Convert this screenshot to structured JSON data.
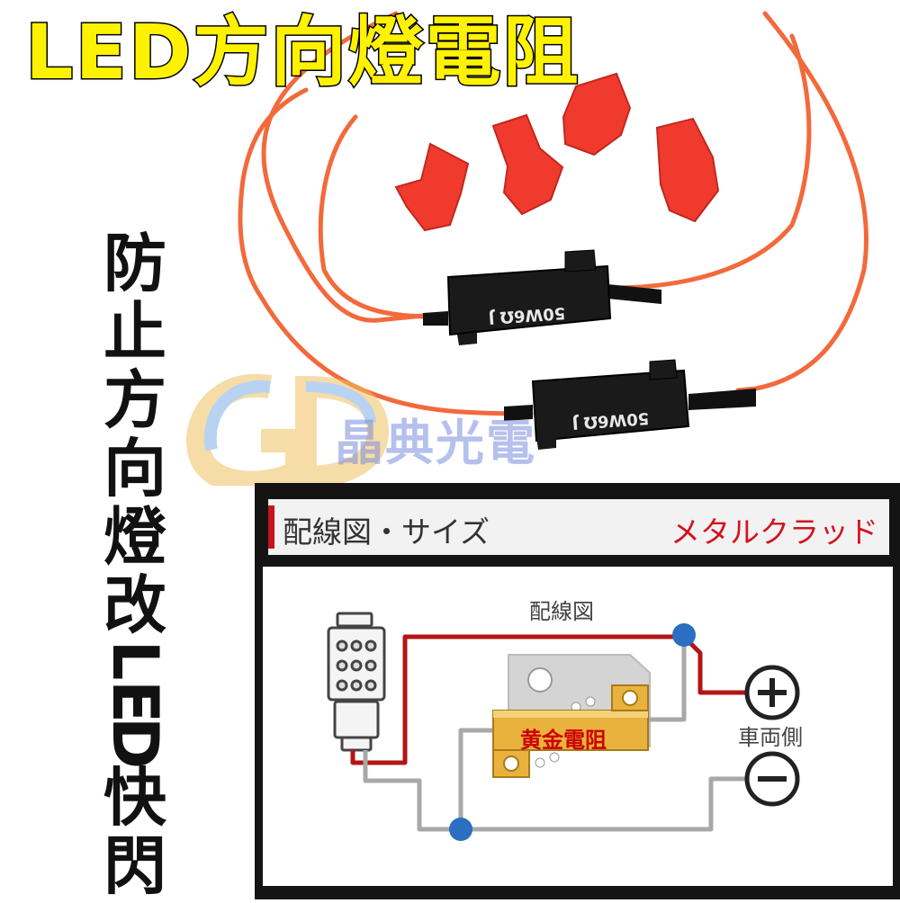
{
  "title": "LED方向燈電阻",
  "vertical_title": [
    "防",
    "止",
    "方",
    "向",
    "燈",
    "改",
    "L",
    "E",
    "D",
    "快",
    "閃"
  ],
  "brand": "晶典光電",
  "resistor_label": "50W6Ω J",
  "diagram": {
    "header_left": "配線図・サイズ",
    "header_right": "メタルクラッド",
    "caption": "配線図",
    "resistor_text": "黄金電阻",
    "vehicle_side": "車両側",
    "plus": "+",
    "minus": "−"
  },
  "colors": {
    "title_fill": "#fff200",
    "wire": "#f26a3c",
    "connector": "#f03a2e",
    "resistor": "#1a1a1a",
    "diagram_red_wire": "#b31515",
    "diagram_gray_wire": "#a8a8a8",
    "junction": "#2a6fc0",
    "gold_resistor": "#e9b23c"
  }
}
